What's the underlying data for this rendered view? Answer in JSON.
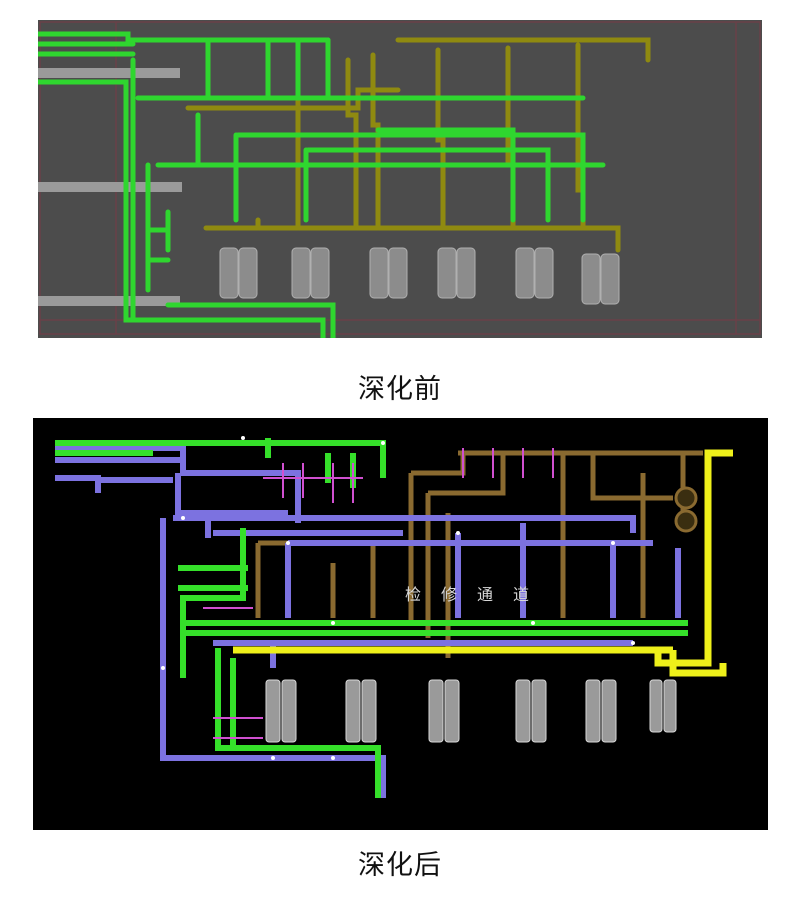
{
  "before": {
    "caption": "深化前",
    "background": "#4c4c4c",
    "colors": {
      "chilled_water": "#2fd62f",
      "condensate": "#8f8a10",
      "unit": "#8c8c8c"
    }
  },
  "after": {
    "caption": "深化后",
    "background": "#000000",
    "channel_label": [
      "检",
      "修",
      "通",
      "道"
    ],
    "colors": {
      "green": "#35e02a",
      "blue": "#7c72e0",
      "yellow": "#eef01a",
      "brown": "#8a6a30",
      "magenta": "#d050d0",
      "unit": "#9a9a9a"
    }
  }
}
